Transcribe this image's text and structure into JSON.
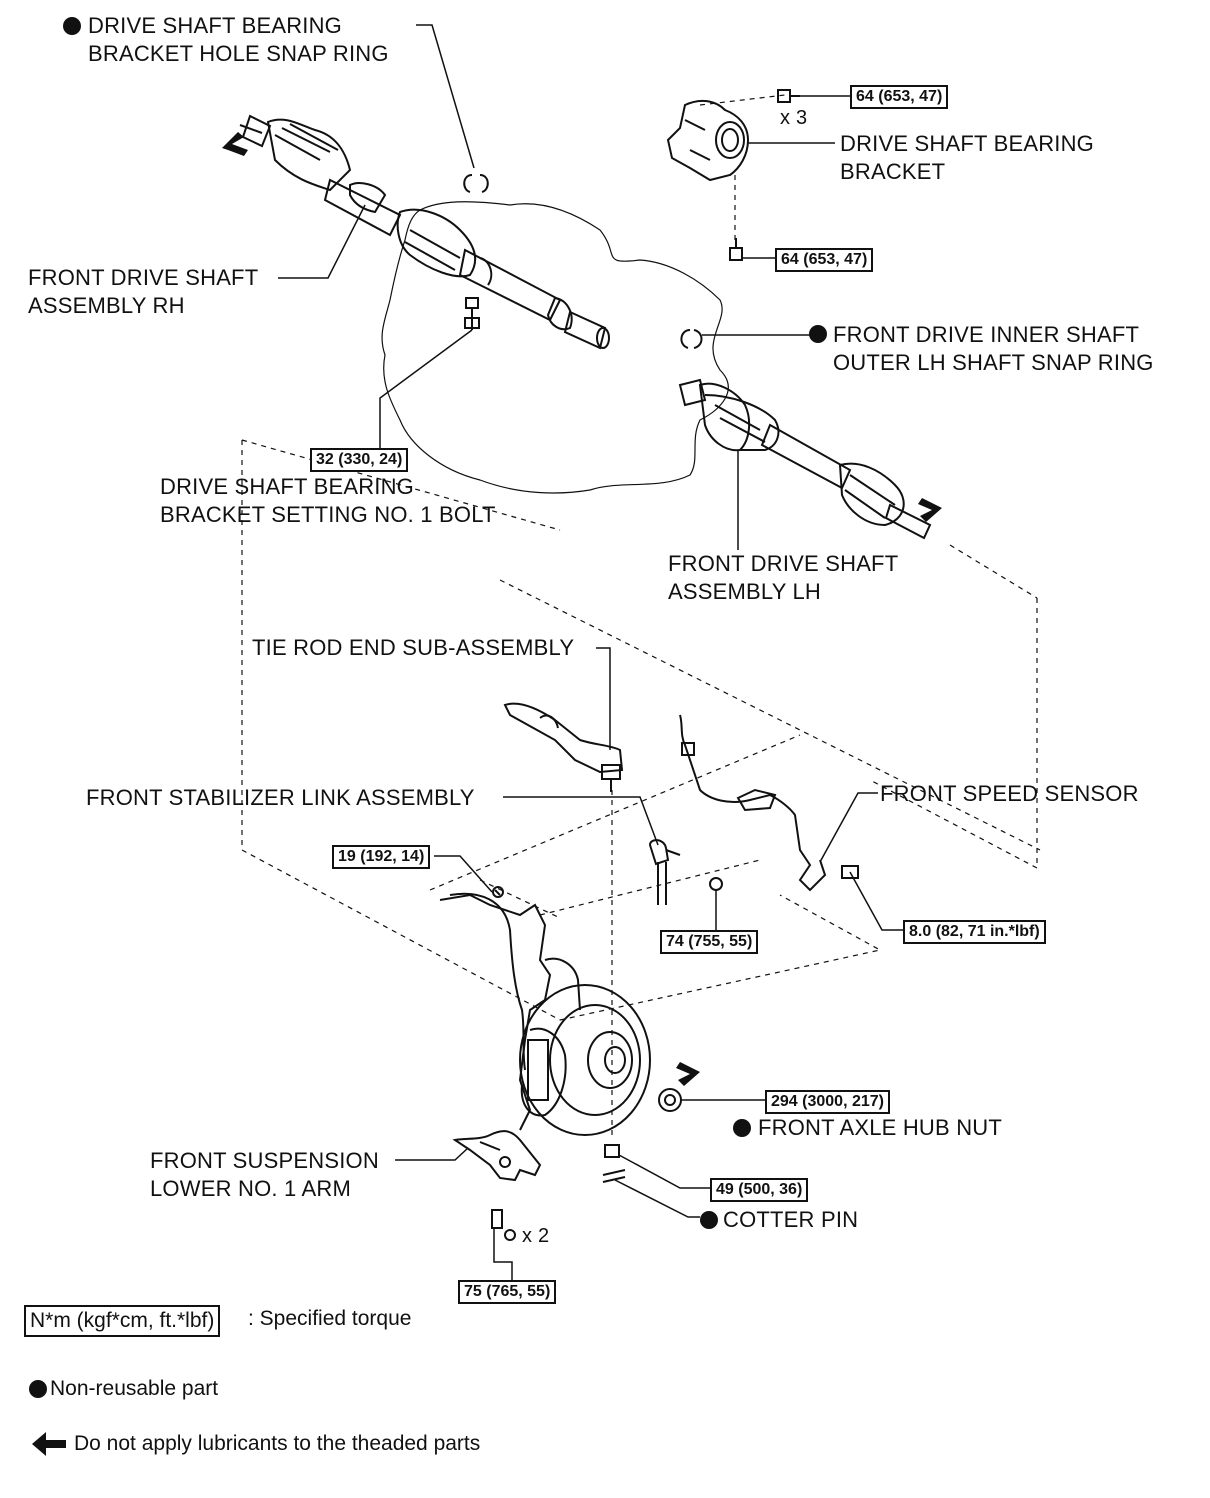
{
  "labels": {
    "snap_ring_1": "DRIVE SHAFT BEARING",
    "snap_ring_2": "BRACKET HOLE SNAP RING",
    "bracket_1": "DRIVE SHAFT BEARING",
    "bracket_2": "BRACKET",
    "rh_1": "FRONT DRIVE SHAFT",
    "rh_2": "ASSEMBLY RH",
    "inner_ring_1": "FRONT DRIVE INNER SHAFT",
    "inner_ring_2": "OUTER LH SHAFT SNAP RING",
    "bolt_1": "DRIVE SHAFT BEARING",
    "bolt_2": "BRACKET SETTING NO. 1 BOLT",
    "lh_1": "FRONT DRIVE SHAFT",
    "lh_2": "ASSEMBLY LH",
    "tie_rod": "TIE ROD END SUB-ASSEMBLY",
    "stab_link": "FRONT STABILIZER LINK ASSEMBLY",
    "speed_sensor": "FRONT SPEED SENSOR",
    "hub_nut": "FRONT AXLE HUB NUT",
    "lower_arm_1": "FRONT SUSPENSION",
    "lower_arm_2": "LOWER NO. 1 ARM",
    "cotter_pin": "COTTER PIN",
    "x3": "x 3",
    "x2": "x 2"
  },
  "torques": {
    "bracket_top": "64 (653, 47)",
    "bracket_bottom": "64 (653, 47)",
    "setting_bolt": "32 (330, 24)",
    "stab_upper": "19 (192, 14)",
    "stab_nut": "74 (755, 55)",
    "speed_sensor": "8.0 (82, 71 in.*lbf)",
    "hub_nut": "294 (3000, 217)",
    "tie_rod_nut": "49 (500, 36)",
    "lower_arm": "75 (765, 55)"
  },
  "legend": {
    "torque_unit": "N*m (kgf*cm, ft.*lbf)",
    "torque_text": ": Specified torque",
    "nonreusable_text": "Non-reusable part",
    "lubricant_text": "Do not apply lubricants to the theaded parts"
  }
}
